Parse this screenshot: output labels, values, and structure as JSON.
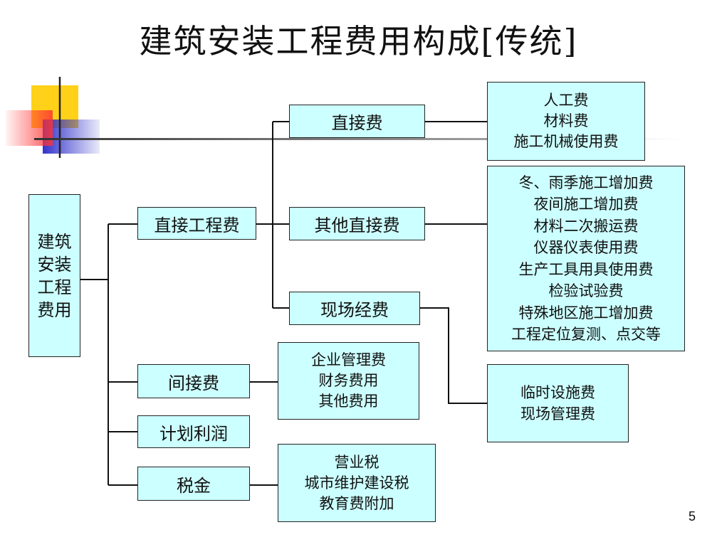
{
  "title": "建筑安装工程费用构成[传统]",
  "page_number": "5",
  "root": {
    "lines": [
      "建筑",
      "安装",
      "工程",
      "费用"
    ]
  },
  "level1": {
    "direct_engineering": "直接工程费",
    "indirect": "间接费",
    "planned_profit": "计划利润",
    "tax": "税金"
  },
  "level2": {
    "direct_cost": "直接费",
    "other_direct_cost": "其他直接费",
    "site_expense": "现场经费"
  },
  "details": {
    "direct_cost_items": [
      "人工费",
      "材料费",
      "施工机械使用费"
    ],
    "other_direct_items": [
      "冬、雨季施工增加费",
      "夜间施工增加费",
      "材料二次搬运费",
      "仪器仪表使用费",
      "生产工具用具使用费",
      "检验试验费",
      "特殊地区施工增加费",
      "工程定位复测、点交等"
    ],
    "site_expense_items": [
      "临时设施费",
      "现场管理费"
    ],
    "indirect_items": [
      "企业管理费",
      "财务费用",
      "其他费用"
    ],
    "tax_items": [
      "营业税",
      "城市维护建设税",
      "教育费附加"
    ]
  },
  "colors": {
    "box_fill": "#ccffff",
    "box_border": "#222222",
    "deco_yellow": "#ffcc00",
    "deco_red": "#ff3333",
    "deco_blue": "#3333cc"
  }
}
